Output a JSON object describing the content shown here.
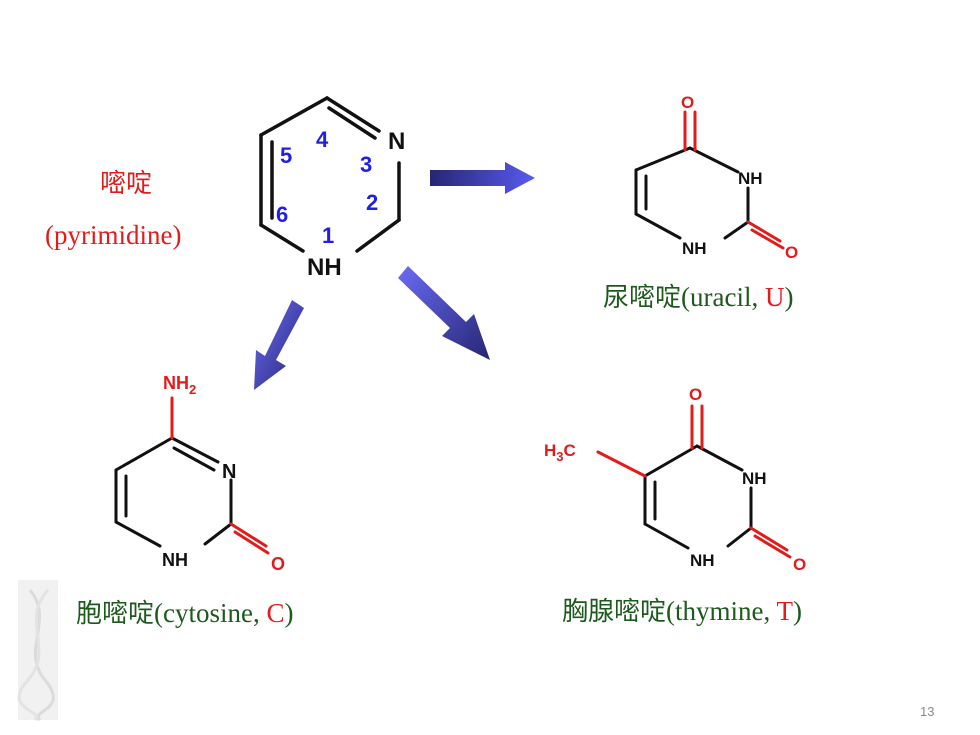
{
  "pyrimidine": {
    "label_zh": "嘧啶",
    "label_en": "(pyrimidine)",
    "atom_n": "N",
    "atom_nh": "NH",
    "position_numbers": [
      "1",
      "2",
      "3",
      "4",
      "5",
      "6"
    ]
  },
  "uracil": {
    "atoms": {
      "o_top": "O",
      "nh_right": "NH",
      "nh_bottom": "NH",
      "o_right": "O"
    },
    "caption_zh": "尿嘧啶",
    "caption_en": "(uracil, ",
    "caption_abbr": "U",
    "caption_close": ")"
  },
  "cytosine": {
    "atoms": {
      "nh2_base": "NH",
      "nh2_sub": "2",
      "n": "N",
      "nh": "NH",
      "o": "O"
    },
    "caption_zh": "胞嘧啶",
    "caption_en": "(cytosine, ",
    "caption_abbr": "C",
    "caption_close": ")"
  },
  "thymine": {
    "atoms": {
      "o_top": "O",
      "methyl_h": "H",
      "methyl_sub": "3",
      "methyl_c": "C",
      "nh_right": "NH",
      "nh_bottom": "NH",
      "o_right": "O"
    },
    "caption_zh": "胸腺嘧啶",
    "caption_en": "(thymine, ",
    "caption_abbr": "T",
    "caption_close": ")"
  },
  "page_number": "13",
  "colors": {
    "bond": "#111111",
    "highlight": "#e21b1b",
    "caption_text": "#1e5a1e",
    "number_blue": "#1f1fe6",
    "arrow": "#4a4ae0"
  }
}
